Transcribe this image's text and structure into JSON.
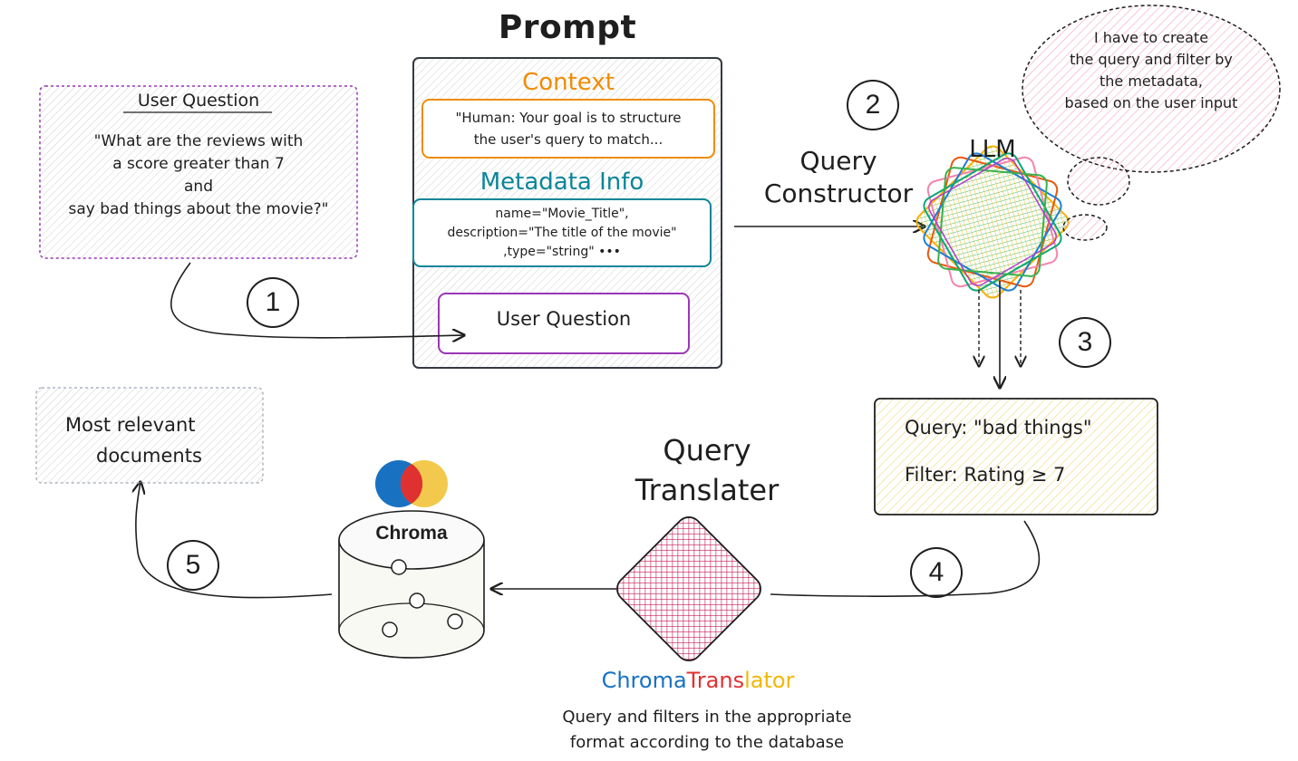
{
  "diagram": {
    "prompt_title": "Prompt",
    "user_question_box": {
      "title": "User Question",
      "lines": [
        "\"What are the reviews with",
        "a score greater than 7",
        "and",
        "say bad things about the movie?\""
      ]
    },
    "context": {
      "title": "Context",
      "lines": [
        "\"Human: Your goal is to structure",
        "the user's query to match..."
      ]
    },
    "metadata_info": {
      "title": "Metadata Info",
      "lines": [
        "name=\"Movie_Title\",",
        "description=\"The title of the movie\"",
        ",type=\"string\"  •••"
      ]
    },
    "user_question_slot": "User Question",
    "query_constructor_lines": [
      "Query",
      "Constructor"
    ],
    "llm_label": "LLM",
    "thought_lines": [
      "I have to create",
      "the query and filter by",
      "the metadata,",
      "based on the user input"
    ],
    "result_box": {
      "query_line": "Query: \"bad things\"",
      "filter_line": "Filter: Rating ≥ 7"
    },
    "query_translater_lines": [
      "Query",
      "Translater"
    ],
    "chroma_translator": {
      "part1": "Chroma",
      "part2": "Trans",
      "part3": "lator"
    },
    "translator_caption_lines": [
      "Query and filters in the appropriate",
      "format according to the database"
    ],
    "chroma_label": "Chroma",
    "relevant_docs_lines": [
      "Most relevant",
      "documents"
    ],
    "steps": [
      "1",
      "2",
      "3",
      "4",
      "5"
    ],
    "colors": {
      "context": "#f08c00",
      "metadata": "#0c8599",
      "user_question": "#9c36b5",
      "result_fill": "#fff3bf",
      "translator_fill": "#e64980",
      "chroma_blue": "#1971c2",
      "chroma_red": "#e03131",
      "chroma_yellow": "#f2c94c",
      "thought_fill": "#fcc2d7"
    }
  }
}
